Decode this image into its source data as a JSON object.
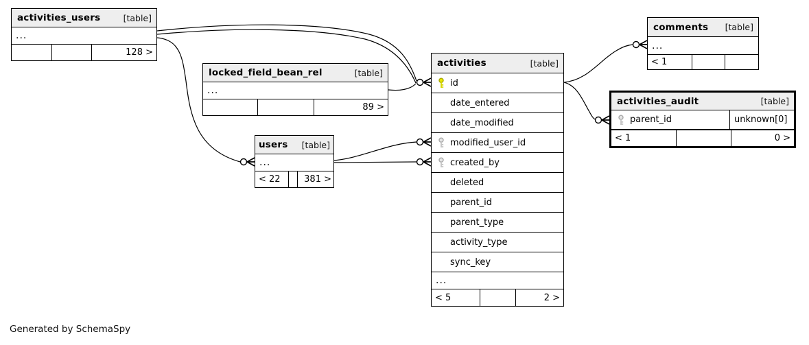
{
  "note": "Generated by SchemaSpy",
  "colors": {
    "table_border": "#000000",
    "header_bg": "#eeeeee",
    "primary_key": "#e0e000",
    "foreign_key": "#cccccc",
    "edge": "#000000"
  },
  "tables": {
    "activities_users": {
      "title": "activities_users",
      "tag": "[table]",
      "ellipsis": "...",
      "footer": [
        "",
        "",
        "128 >"
      ]
    },
    "locked_field_bean_rel": {
      "title": "locked_field_bean_rel",
      "tag": "[table]",
      "ellipsis": "...",
      "footer": [
        "",
        "",
        "89 >"
      ]
    },
    "users": {
      "title": "users",
      "tag": "[table]",
      "ellipsis": "...",
      "footer": [
        "< 22",
        "",
        "381 >"
      ]
    },
    "activities": {
      "title": "activities",
      "tag": "[table]",
      "columns": [
        {
          "name": "id",
          "key": "primary"
        },
        {
          "name": "date_entered",
          "key": null
        },
        {
          "name": "date_modified",
          "key": null
        },
        {
          "name": "modified_user_id",
          "key": "foreign"
        },
        {
          "name": "created_by",
          "key": "foreign"
        },
        {
          "name": "deleted",
          "key": null
        },
        {
          "name": "parent_id",
          "key": null
        },
        {
          "name": "parent_type",
          "key": null
        },
        {
          "name": "activity_type",
          "key": null
        },
        {
          "name": "sync_key",
          "key": null
        }
      ],
      "ellipsis": "...",
      "footer": [
        "< 5",
        "",
        "2 >"
      ]
    },
    "comments": {
      "title": "comments",
      "tag": "[table]",
      "ellipsis": "...",
      "footer": [
        "< 1",
        "",
        ""
      ]
    },
    "activities_audit": {
      "title": "activities_audit",
      "tag": "[table]",
      "columns": [
        {
          "name": "parent_id",
          "key": "foreign",
          "type": "unknown[0]"
        }
      ],
      "footer": [
        "< 1",
        "",
        "0 >"
      ]
    }
  },
  "relationships": [
    "activities_users -> activities.id",
    "activities_users -> activities.id",
    "locked_field_bean_rel -> activities.id",
    "activities_users -> users",
    "users -> activities.modified_user_id",
    "users -> activities.created_by",
    "activities.id -> comments",
    "activities.id -> activities_audit.parent_id"
  ]
}
